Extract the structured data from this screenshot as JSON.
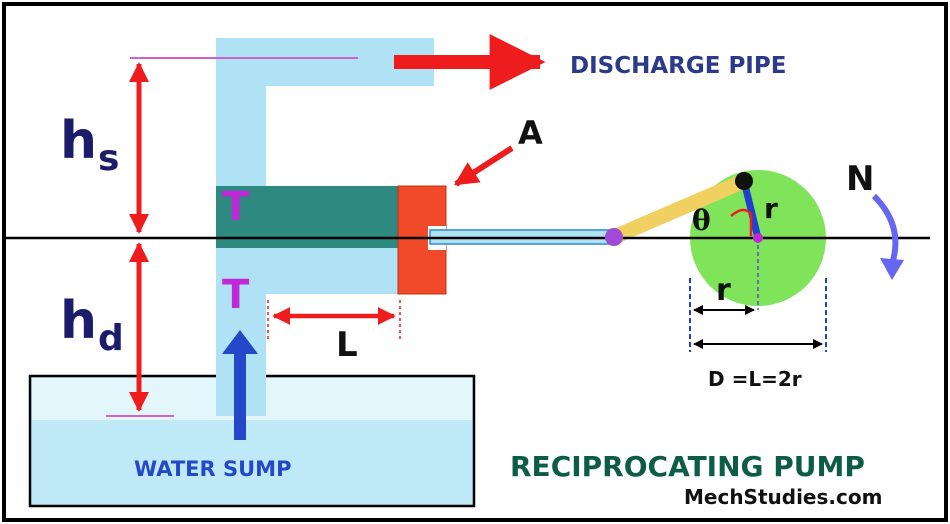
{
  "labels": {
    "discharge_pipe": "DISCHARGE PIPE",
    "point_a": "A",
    "h_s_main": "h",
    "h_s_sub": "s",
    "h_d_main": "h",
    "h_d_sub": "d",
    "valve_top": "T",
    "valve_bottom": "T",
    "stroke_length": "L",
    "speed": "N",
    "theta": "θ",
    "crank_radius": "r",
    "radius_dim": "r",
    "diameter_formula": "D =L=2r",
    "water_sump": "WATER SUMP",
    "title": "RECIPROCATING PUMP",
    "watermark": "MechStudies.com"
  },
  "colors": {
    "pipe": "#b0e2f5",
    "water": "#bfe9f6",
    "cylinder": "#2e8a80",
    "piston": "#f04a2a",
    "crank_wheel": "#7fe45a",
    "connecting_rod": "#f0d060",
    "arrow_red": "#ee1c1c",
    "arrow_blue": "#2448c8",
    "rotation_arrow": "#6666ee",
    "navy_text": "#2b3a8a",
    "title_text": "#0d5c48",
    "valve_purple": "#c028d8"
  }
}
